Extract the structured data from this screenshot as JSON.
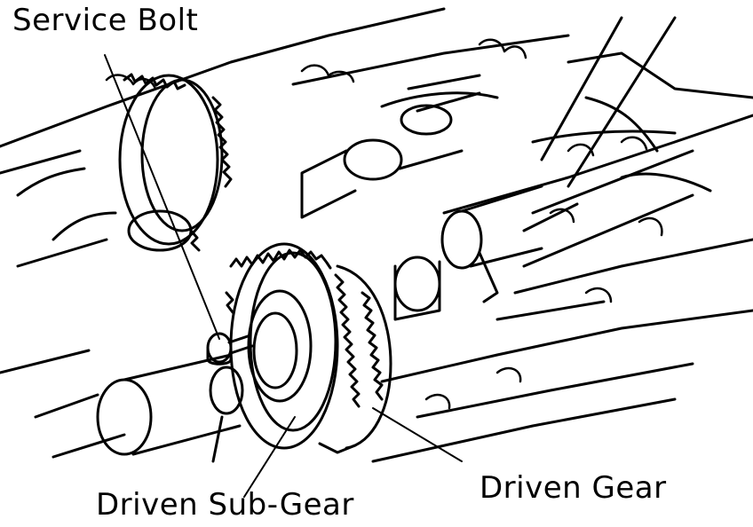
{
  "labels": {
    "service_bolt": "Service Bolt",
    "driven_sub_gear": "Driven Sub-Gear",
    "driven_gear": "Driven Gear"
  },
  "colors": {
    "ink": "#000000",
    "paper": "#ffffff"
  },
  "icons": [
    "gear-illustration",
    "camshaft-illustration"
  ]
}
